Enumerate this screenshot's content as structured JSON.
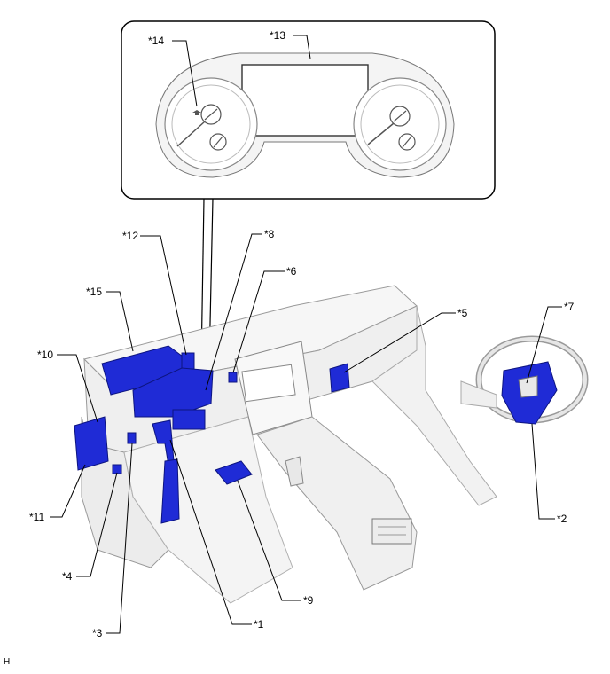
{
  "callouts": {
    "c1": "*1",
    "c2": "*2",
    "c3": "*3",
    "c4": "*4",
    "c5": "*5",
    "c6": "*6",
    "c7": "*7",
    "c8": "*8",
    "c9": "*9",
    "c10": "*10",
    "c11": "*11",
    "c12": "*12",
    "c13": "*13",
    "c14": "*14",
    "c15": "*15"
  },
  "corner_label": "H",
  "colors": {
    "component": "#1f2bd6",
    "component_dark": "#0d1580",
    "line": "#000000",
    "body": "#f2f2f2",
    "body_stroke": "#9a9a9a"
  }
}
